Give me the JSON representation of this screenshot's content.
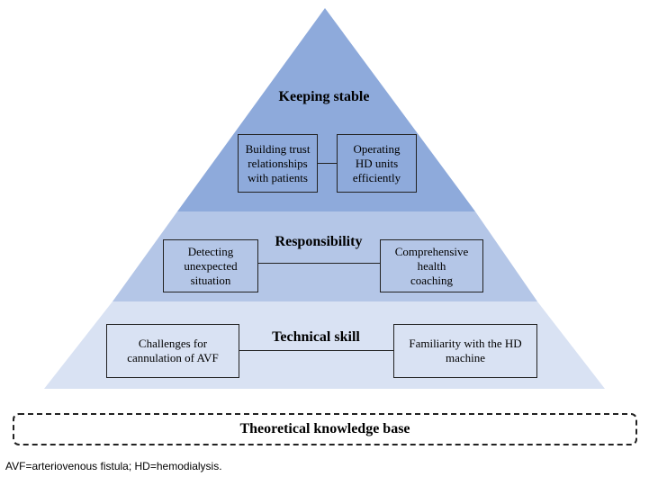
{
  "diagram": {
    "tiers": [
      {
        "title": "Keeping stable",
        "left_box": "Building trust\nrelationships\nwith patients",
        "right_box": "Operating\nHD units\nefficiently",
        "color": "#8eaadb"
      },
      {
        "title": "Responsibility",
        "left_box": "Detecting\nunexpected\nsituation",
        "right_box": "Comprehensive\nhealth\ncoaching",
        "color": "#b4c6e7"
      },
      {
        "title": "Technical skill",
        "left_box": "Challenges for\ncannulation of AVF",
        "right_box": "Familiarity with the HD\nmachine",
        "color": "#d9e2f3"
      }
    ],
    "base": "Theoretical knowledge base",
    "footnote": "AVF=arteriovenous fistula; HD=hemodialysis."
  }
}
